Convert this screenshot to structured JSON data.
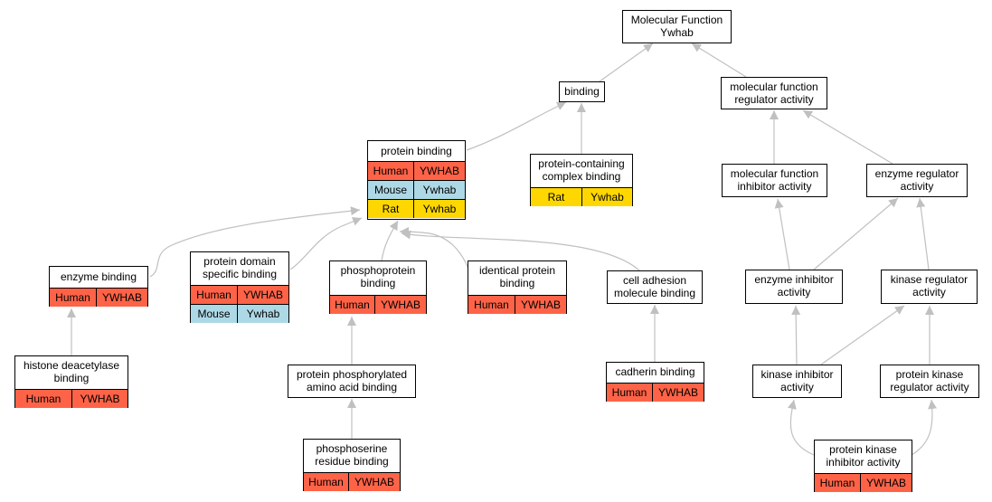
{
  "nodes": {
    "molecular_function": {
      "lines": [
        "Molecular Function",
        "Ywhab"
      ]
    },
    "binding": {
      "lines": [
        "binding"
      ]
    },
    "mf_regulator": {
      "lines": [
        "molecular function",
        "regulator activity"
      ]
    },
    "protein_binding": {
      "lines": [
        "protein binding"
      ],
      "rows": [
        [
          "Human",
          "YWHAB"
        ],
        [
          "Mouse",
          "Ywhab"
        ],
        [
          "Rat",
          "Ywhab"
        ]
      ]
    },
    "protein_containing": {
      "lines": [
        "protein-containing",
        "complex binding"
      ],
      "rows": [
        [
          "Rat",
          "Ywhab"
        ]
      ]
    },
    "mf_inhibitor": {
      "lines": [
        "molecular function",
        "inhibitor activity"
      ]
    },
    "enzyme_regulator": {
      "lines": [
        "enzyme regulator",
        "activity"
      ]
    },
    "enzyme_binding": {
      "lines": [
        "enzyme binding"
      ],
      "rows": [
        [
          "Human",
          "YWHAB"
        ]
      ]
    },
    "protein_domain": {
      "lines": [
        "protein domain",
        "specific binding"
      ],
      "rows": [
        [
          "Human",
          "YWHAB"
        ],
        [
          "Mouse",
          "Ywhab"
        ]
      ]
    },
    "phosphoprotein": {
      "lines": [
        "phosphoprotein",
        "binding"
      ],
      "rows": [
        [
          "Human",
          "YWHAB"
        ]
      ]
    },
    "identical_protein": {
      "lines": [
        "identical protein",
        "binding"
      ],
      "rows": [
        [
          "Human",
          "YWHAB"
        ]
      ]
    },
    "cell_adhesion": {
      "lines": [
        "cell adhesion",
        "molecule binding"
      ]
    },
    "enzyme_inhibitor": {
      "lines": [
        "enzyme inhibitor",
        "activity"
      ]
    },
    "kinase_regulator": {
      "lines": [
        "kinase regulator",
        "activity"
      ]
    },
    "histone_deacetylase": {
      "lines": [
        "histone deacetylase",
        "binding"
      ],
      "rows": [
        [
          "Human",
          "YWHAB"
        ]
      ]
    },
    "protein_phosphorylated": {
      "lines": [
        "protein phosphorylated",
        "amino acid binding"
      ]
    },
    "cadherin": {
      "lines": [
        "cadherin binding"
      ],
      "rows": [
        [
          "Human",
          "YWHAB"
        ]
      ]
    },
    "kinase_inhibitor": {
      "lines": [
        "kinase inhibitor",
        "activity"
      ]
    },
    "protein_kinase_regulator": {
      "lines": [
        "protein kinase",
        "regulator activity"
      ]
    },
    "phosphoserine": {
      "lines": [
        "phosphoserine",
        "residue binding"
      ],
      "rows": [
        [
          "Human",
          "YWHAB"
        ]
      ]
    },
    "protein_kinase_inhibitor": {
      "lines": [
        "protein kinase",
        "inhibitor activity"
      ],
      "rows": [
        [
          "Human",
          "YWHAB"
        ]
      ]
    }
  },
  "colors": {
    "Human": "#ff6347",
    "Mouse": "#add8e6",
    "Rat": "#ffd700",
    "edge": "#c0c0c0"
  }
}
